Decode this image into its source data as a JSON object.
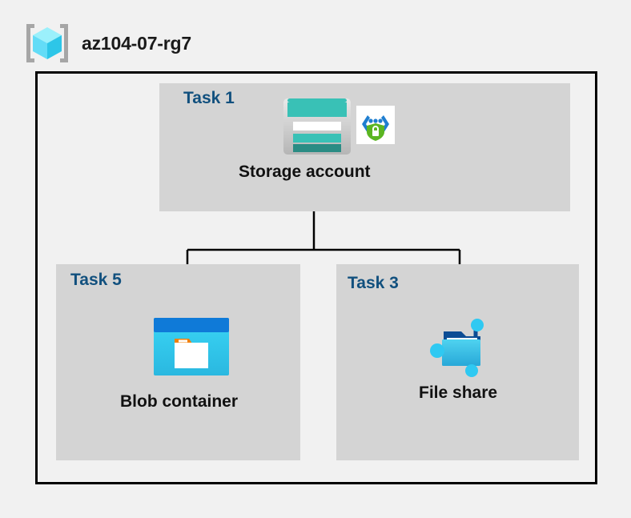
{
  "header": {
    "resource_group_name": "az104-07-rg7",
    "icon": "resource-group-cube-icon"
  },
  "diagram": {
    "type": "azure-architecture-diagram",
    "colors": {
      "background": "#f1f1f1",
      "panel_fill": "#d4d4d4",
      "border": "#000000",
      "task_label": "#11507e",
      "caption": "#111111",
      "storage_teal": "#39c1b6",
      "storage_teal_dark": "#2a8c84",
      "blob_blue": "#0f7ad8",
      "blob_cyan": "#32d1f0",
      "blob_tag_orange": "#f2800a",
      "file_share_cyan": "#32bce6",
      "file_share_dark_blue": "#0b4c94",
      "shield_green": "#5bb522",
      "bracket_gray": "#a0a0a0",
      "cube_cyan": "#7ee8fa"
    },
    "panels": [
      {
        "id": "task1",
        "task_label": "Task 1",
        "resource_name": "Storage account",
        "icons": [
          "storage-account-icon",
          "secure-endpoint-shield-icon"
        ]
      },
      {
        "id": "task5",
        "task_label": "Task 5",
        "resource_name": "Blob container",
        "icons": [
          "blob-container-icon"
        ]
      },
      {
        "id": "task3",
        "task_label": "Task 3",
        "resource_name": "File share",
        "icons": [
          "file-share-icon"
        ]
      }
    ],
    "connections": [
      {
        "from": "task1",
        "to": "task5"
      },
      {
        "from": "task1",
        "to": "task3"
      }
    ]
  }
}
